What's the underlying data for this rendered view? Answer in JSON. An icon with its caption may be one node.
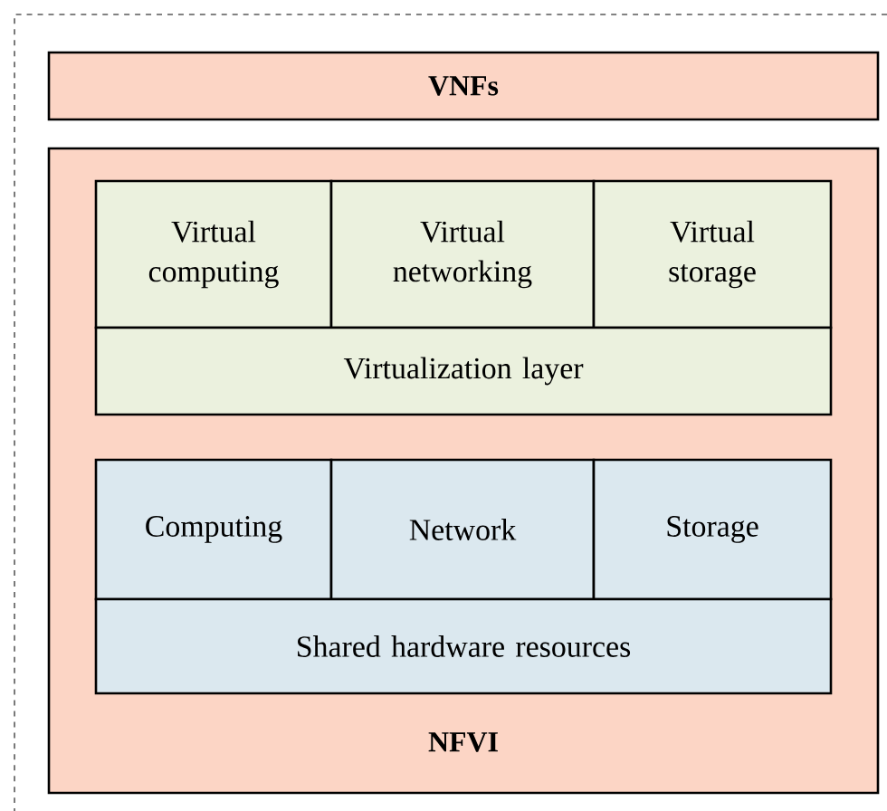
{
  "diagram": {
    "nodes": [
      {
        "text": [
          "VNFs"
        ]
      },
      {
        "text": [
          "NFVI"
        ]
      },
      {
        "text": [
          "Virtual computing"
        ],
        "in": 1
      },
      {
        "text": [
          "Virtual networking"
        ],
        "in": 1
      },
      {
        "text": [
          "Virtual storage"
        ],
        "in": 1
      },
      {
        "text": [
          "Virtualization layer"
        ],
        "in": 1
      },
      {
        "text": [
          "Computing"
        ],
        "in": 1
      },
      {
        "text": [
          "Network"
        ],
        "in": 1
      },
      {
        "text": [
          "Storage"
        ],
        "in": 1
      },
      {
        "text": [
          "Shared hardware resources"
        ],
        "in": 1
      }
    ]
  }
}
